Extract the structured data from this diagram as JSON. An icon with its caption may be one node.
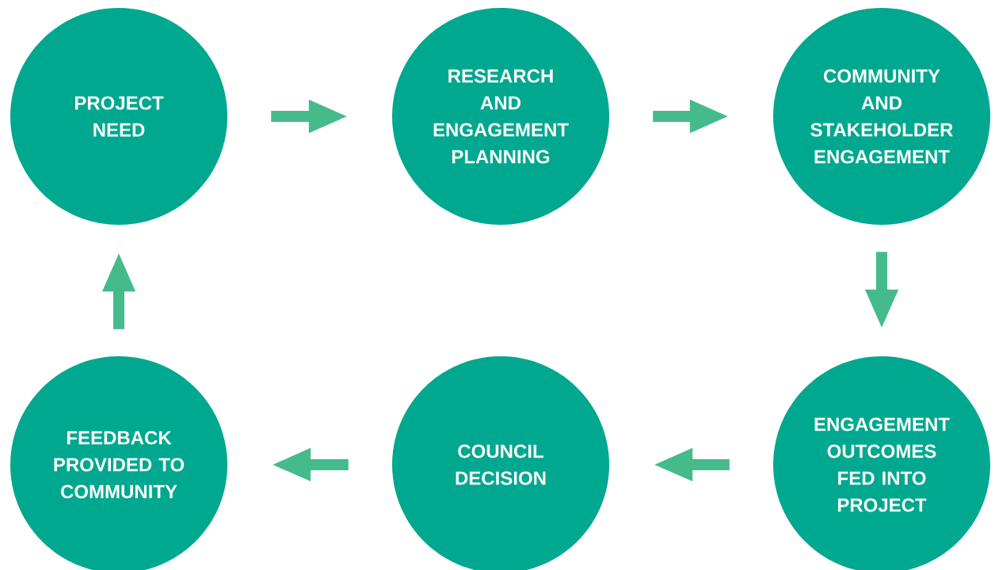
{
  "diagram": {
    "nodes": [
      {
        "text": [
          "PROJECT NEED"
        ]
      },
      {
        "text": [
          "RESEARCH AND ENGAGEMENT PLANNING"
        ]
      },
      {
        "text": [
          "COMMUNITY AND STAKEHOLDER ENGAGEMENT"
        ]
      },
      {
        "text": [
          "FEEDBACK PROVIDED TO COMMUNITY"
        ]
      },
      {
        "text": [
          "COUNCIL DECISION"
        ]
      },
      {
        "text": [
          "ENGAGEMENT OUTCOMES FED INTO PROJECT"
        ]
      }
    ],
    "edges": [
      {
        "from": 0,
        "to": 1,
        "arrow": "to"
      },
      {
        "from": 1,
        "to": 2,
        "arrow": "to"
      },
      {
        "from": 2,
        "to": 5,
        "arrow": "to"
      },
      {
        "from": 5,
        "to": 4,
        "arrow": "to"
      },
      {
        "from": 4,
        "to": 3,
        "arrow": "to"
      },
      {
        "from": 3,
        "to": 0,
        "arrow": "to"
      }
    ]
  }
}
